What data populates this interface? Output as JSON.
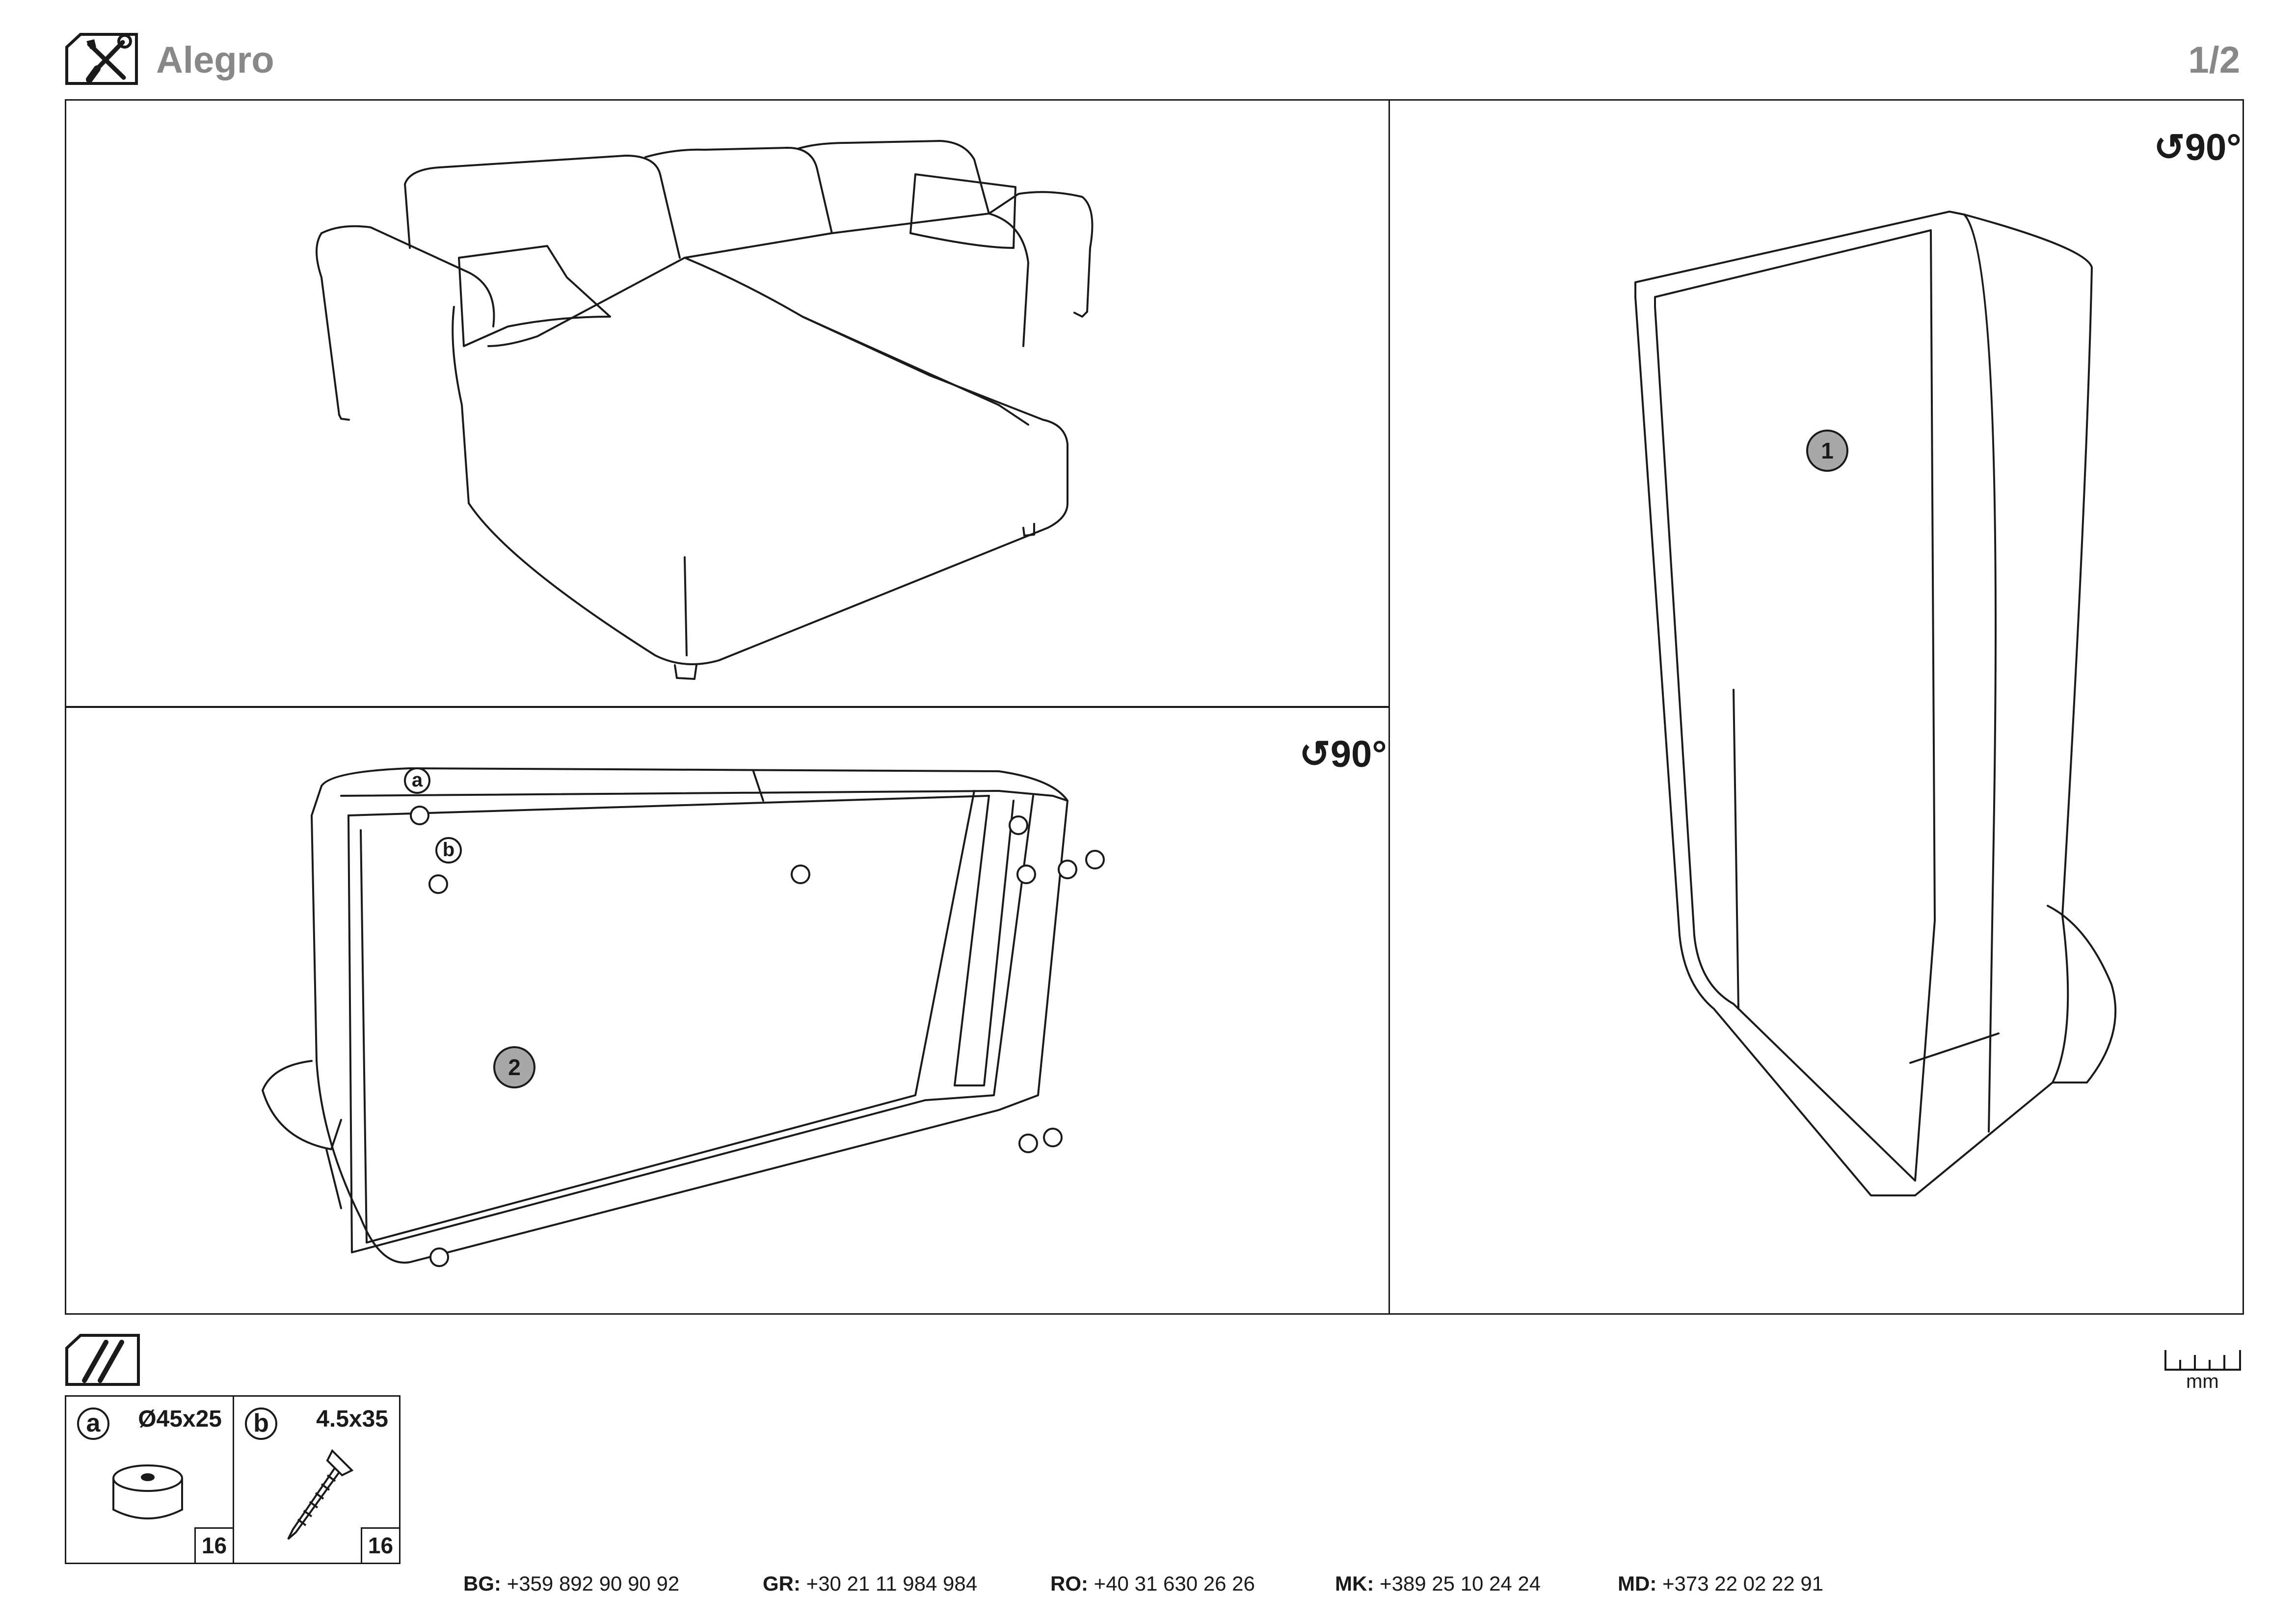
{
  "header": {
    "title": "Alegro",
    "page": "1/2",
    "icon": "tools-icon"
  },
  "steps": {
    "step1": {
      "number": "1",
      "rotation": "90°"
    },
    "step2": {
      "number": "2",
      "rotation": "90°"
    }
  },
  "callouts": {
    "a": "a",
    "b": "b"
  },
  "hardware": {
    "icon": "screwdriver-icon",
    "parts": [
      {
        "letter": "a",
        "dimension": "Ø45x25",
        "quantity": "16",
        "icon": "foot-pad-icon"
      },
      {
        "letter": "b",
        "dimension": "4.5x35",
        "quantity": "16",
        "icon": "screw-icon"
      }
    ],
    "ruler_unit": "mm"
  },
  "contacts": [
    {
      "country": "BG:",
      "number": "+359 892 90 90 92"
    },
    {
      "country": "GR:",
      "number": "+30 21 11 984 984"
    },
    {
      "country": "RO:",
      "number": "+40 31 630 26 26"
    },
    {
      "country": "MK:",
      "number": "+389 25 10 24 24"
    },
    {
      "country": "MD:",
      "number": "+373 22 02 22 91"
    }
  ],
  "colors": {
    "line": "#1a1a1a",
    "header_grey": "#888888",
    "step_badge": "#a8a8a8"
  }
}
